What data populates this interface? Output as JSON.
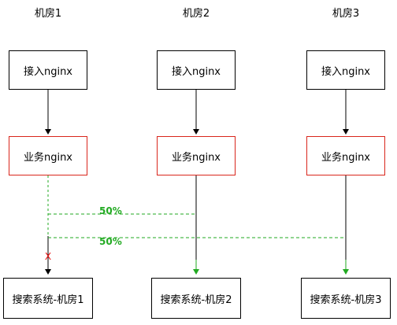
{
  "rooms": [
    {
      "title": "机房1",
      "access": "接入nginx",
      "business": "业务nginx",
      "search": "搜索系统-机房1"
    },
    {
      "title": "机房2",
      "access": "接入nginx",
      "business": "业务nginx",
      "search": "搜索系统-机房2"
    },
    {
      "title": "机房3",
      "access": "接入nginx",
      "business": "业务nginx",
      "search": "搜索系统-机房3"
    }
  ],
  "routes": [
    {
      "percent": "50%",
      "color": "#22aa22"
    },
    {
      "percent": "50%",
      "color": "#22aa22"
    }
  ],
  "blocked_mark": "X",
  "colors": {
    "business_border": "#d9261c",
    "route": "#22aa22",
    "blocked": "#ee1111"
  }
}
